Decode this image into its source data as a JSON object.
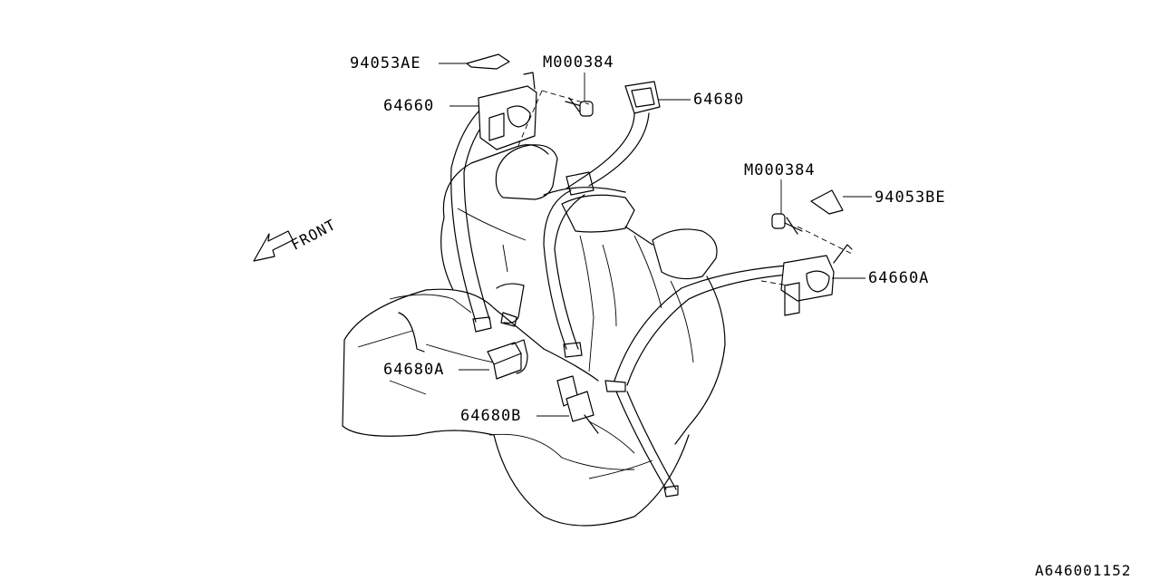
{
  "labels": {
    "trim_left": "94053AE",
    "bolt_left": "M000384",
    "retractor_left": "64660",
    "belt_center": "64680",
    "bolt_right": "M000384",
    "trim_right": "94053BE",
    "retractor_right": "64660A",
    "buckle_a": "64680A",
    "buckle_b": "64680B"
  },
  "front_label": "FRONT",
  "diagram_code": "A646001152"
}
